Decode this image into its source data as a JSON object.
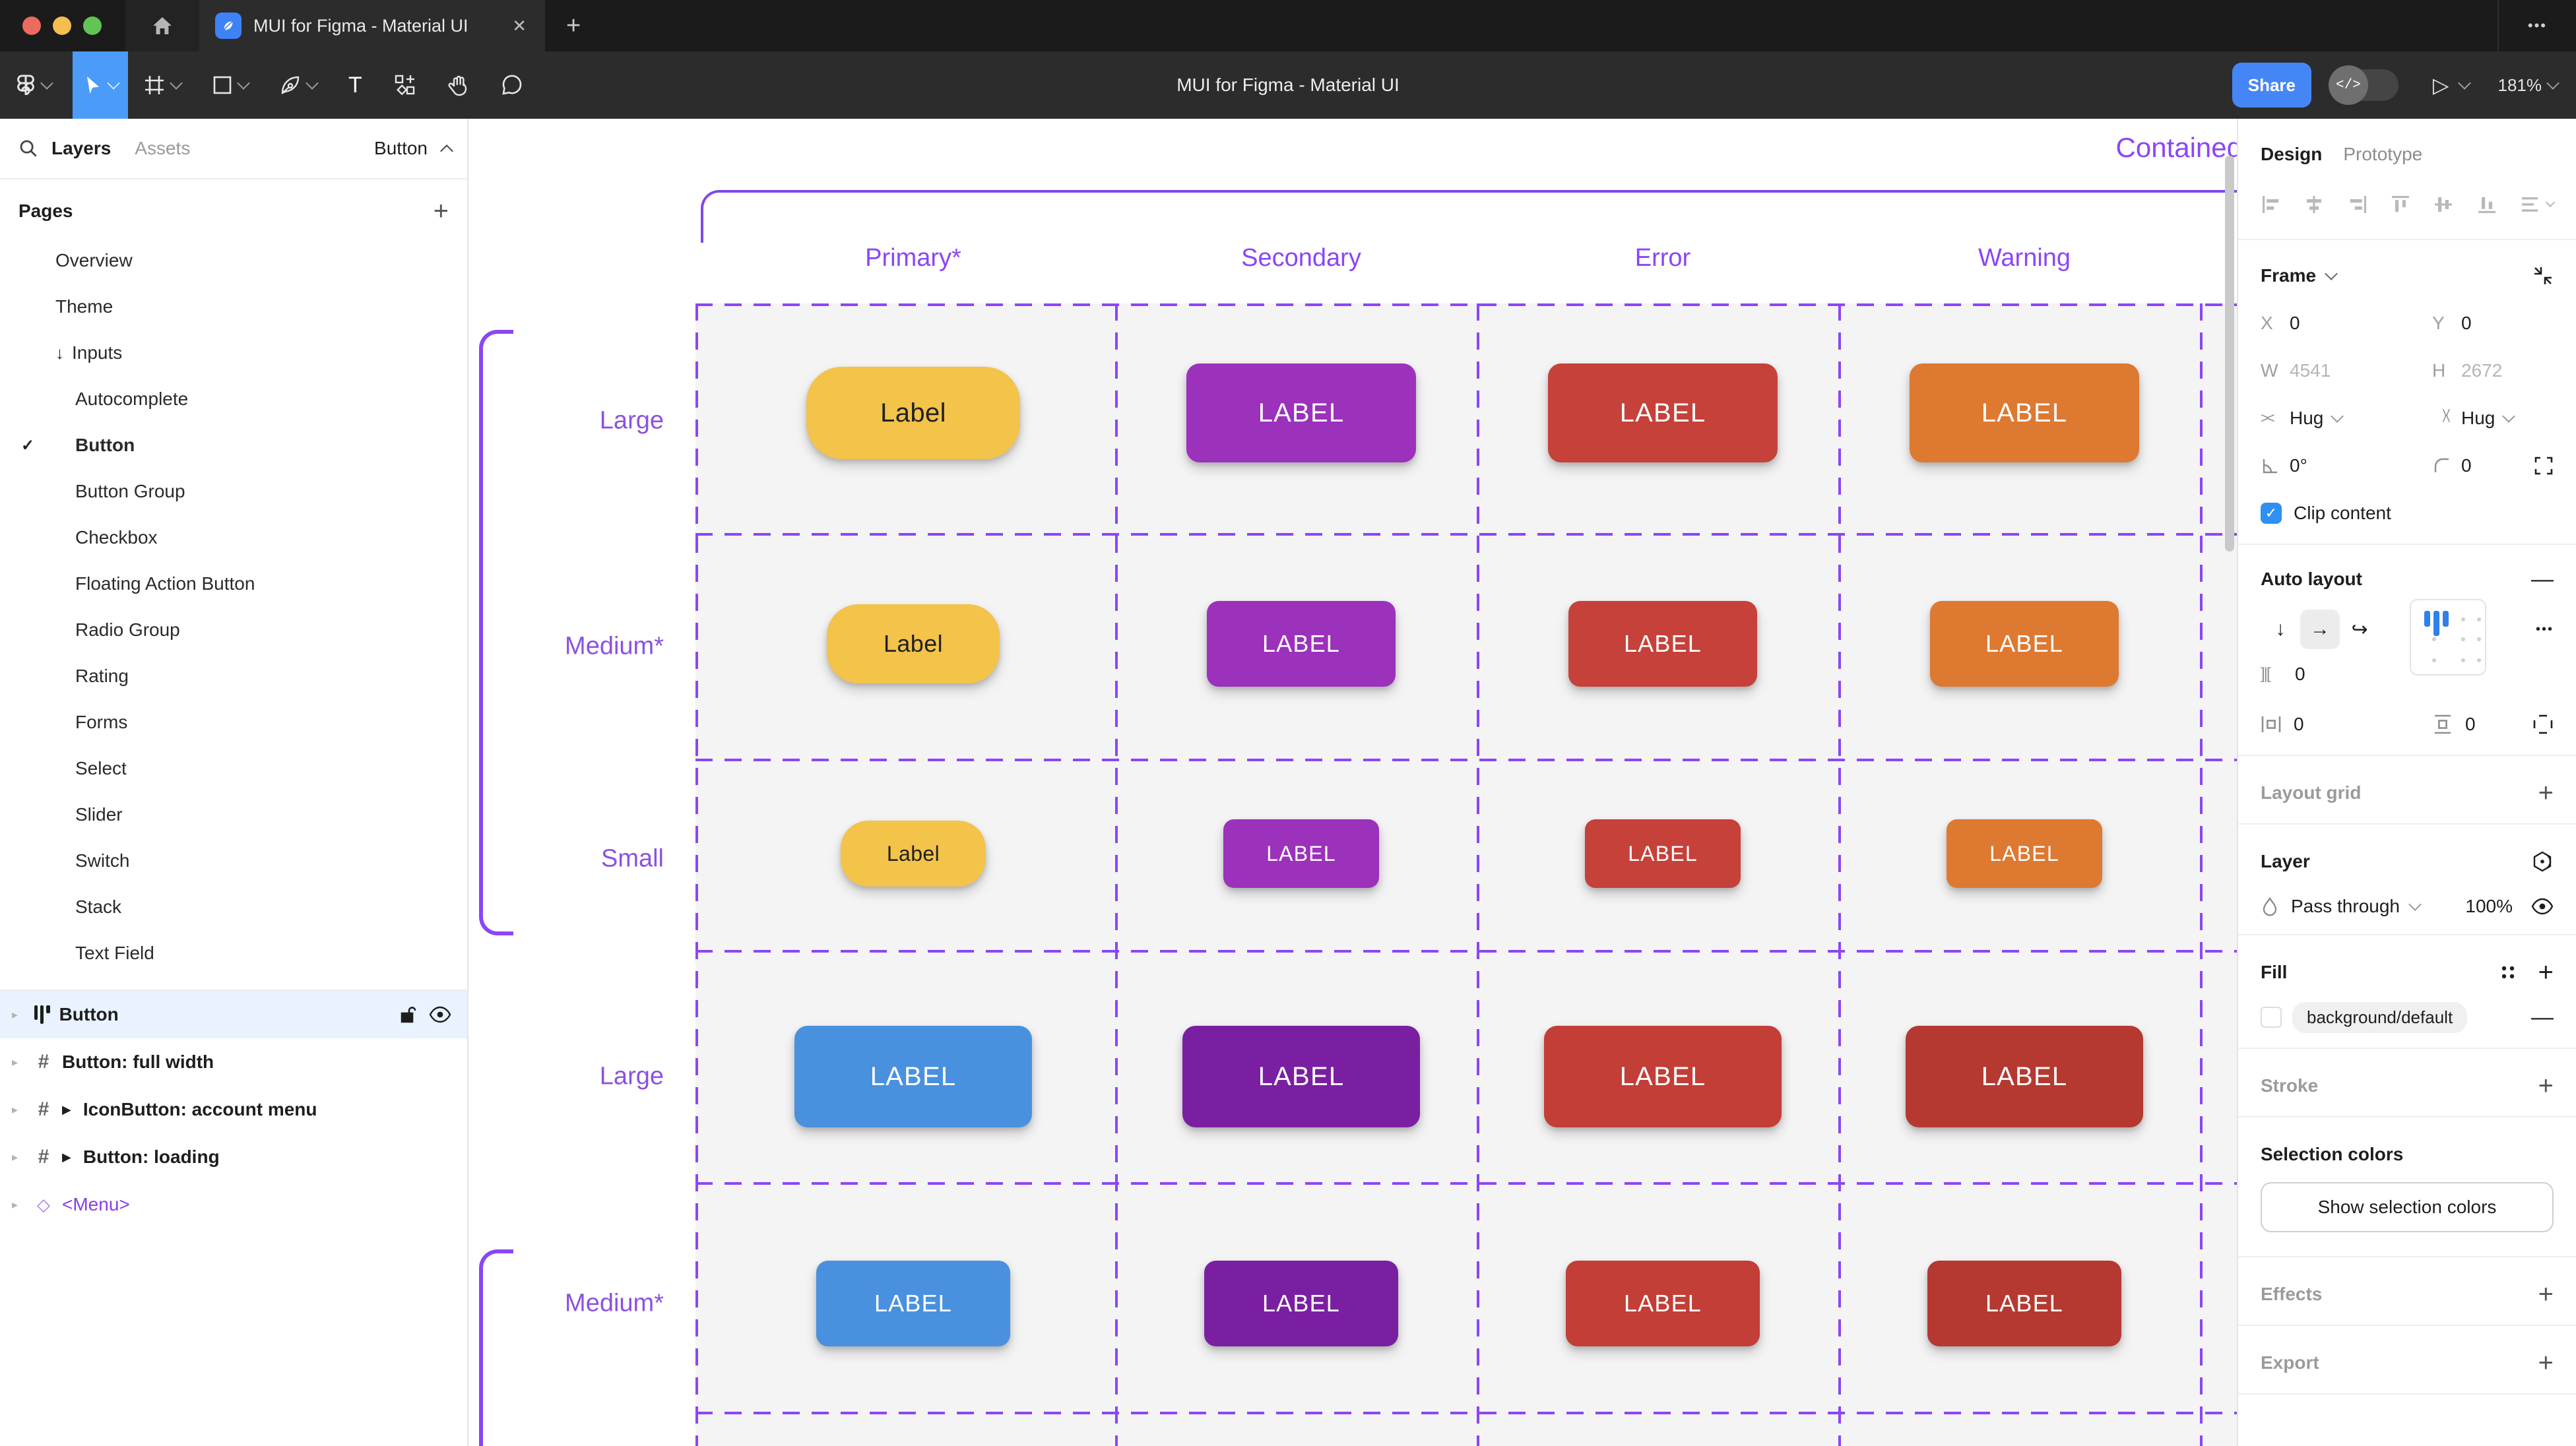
{
  "window": {
    "tab_title": "MUI for Figma - Material UI",
    "close_tab": "✕",
    "new_tab": "+",
    "overflow_menu": "•••",
    "toolbar_title": "MUI for Figma - Material UI",
    "share_label": "Share",
    "dev_toggle_glyph": "</>",
    "zoom_level": "181%",
    "accent_blue": "#4b9cf9"
  },
  "left_panel": {
    "layers_tab": "Layers",
    "assets_tab": "Assets",
    "page_selector": "Button",
    "pages_header": "Pages",
    "pages": [
      {
        "label": "Overview"
      },
      {
        "label": "Theme"
      },
      {
        "label": "Inputs",
        "arrow": "↓"
      },
      {
        "label": "Autocomplete",
        "indent": true
      },
      {
        "label": "Button",
        "indent": true,
        "bold": true,
        "checked": true
      },
      {
        "label": "Button Group",
        "indent": true
      },
      {
        "label": "Checkbox",
        "indent": true
      },
      {
        "label": "Floating Action Button",
        "indent": true
      },
      {
        "label": "Radio Group",
        "indent": true
      },
      {
        "label": "Rating",
        "indent": true
      },
      {
        "label": "Forms",
        "indent": true
      },
      {
        "label": "Select",
        "indent": true
      },
      {
        "label": "Slider",
        "indent": true
      },
      {
        "label": "Switch",
        "indent": true
      },
      {
        "label": "Stack",
        "indent": true
      },
      {
        "label": "Text Field",
        "indent": true
      }
    ],
    "layers": [
      {
        "label": "Button",
        "icon": "autolayout",
        "selected": true
      },
      {
        "label": "Button: full width",
        "icon": "frame",
        "bold": true
      },
      {
        "label": "IconButton: account menu",
        "icon": "frame",
        "bold": true,
        "play": "▶"
      },
      {
        "label": "Button: loading",
        "icon": "frame",
        "bold": true,
        "play": "▶"
      },
      {
        "label": "<Menu>",
        "icon": "diamond",
        "purple": true
      }
    ]
  },
  "canvas": {
    "frame_title": "Contained",
    "accent": "#8b46f7",
    "columns": [
      "Primary*",
      "Secondary",
      "Error",
      "Warning"
    ],
    "row_labels": [
      "Large",
      "Medium*",
      "Small",
      "Large",
      "Medium*"
    ],
    "button_grid": [
      {
        "row": "Large",
        "cells": [
          {
            "label": "Label",
            "bg": "#f3c34a",
            "fg": "#212121",
            "style": "pill-lg"
          },
          {
            "label": "LABEL",
            "bg": "#9c31bc",
            "fg": "#ffffff",
            "style": "rect-lg"
          },
          {
            "label": "LABEL",
            "bg": "#c6413a",
            "fg": "#ffffff",
            "style": "rect-lg"
          },
          {
            "label": "LABEL",
            "bg": "#de7932",
            "fg": "#ffffff",
            "style": "rect-lg"
          }
        ]
      },
      {
        "row": "Medium*",
        "cells": [
          {
            "label": "Label",
            "bg": "#f3c34a",
            "fg": "#212121",
            "style": "pill-md"
          },
          {
            "label": "LABEL",
            "bg": "#9c31bc",
            "fg": "#ffffff",
            "style": "rect-md"
          },
          {
            "label": "LABEL",
            "bg": "#c6413a",
            "fg": "#ffffff",
            "style": "rect-md"
          },
          {
            "label": "LABEL",
            "bg": "#de7932",
            "fg": "#ffffff",
            "style": "rect-md"
          }
        ]
      },
      {
        "row": "Small",
        "cells": [
          {
            "label": "Label",
            "bg": "#f3c34a",
            "fg": "#212121",
            "style": "pill-sm"
          },
          {
            "label": "LABEL",
            "bg": "#9c31bc",
            "fg": "#ffffff",
            "style": "rect-sm"
          },
          {
            "label": "LABEL",
            "bg": "#c6413a",
            "fg": "#ffffff",
            "style": "rect-sm"
          },
          {
            "label": "LABEL",
            "bg": "#de7932",
            "fg": "#ffffff",
            "style": "rect-sm"
          }
        ]
      },
      {
        "row": "Large",
        "cells": [
          {
            "label": "LABEL",
            "bg": "#4991df",
            "fg": "#ffffff",
            "style": "rect-xl"
          },
          {
            "label": "LABEL",
            "bg": "#7b1fa2",
            "fg": "#ffffff",
            "style": "rect-xl"
          },
          {
            "label": "LABEL",
            "bg": "#c23e37",
            "fg": "#ffffff",
            "style": "rect-xl"
          },
          {
            "label": "LABEL",
            "bg": "#b53931",
            "fg": "#ffffff",
            "style": "rect-xl"
          }
        ]
      },
      {
        "row": "Medium*",
        "cells": [
          {
            "label": "LABEL",
            "bg": "#4991df",
            "fg": "#ffffff",
            "style": "rect-md2"
          },
          {
            "label": "LABEL",
            "bg": "#7b1fa2",
            "fg": "#ffffff",
            "style": "rect-md2"
          },
          {
            "label": "LABEL",
            "bg": "#c23e37",
            "fg": "#ffffff",
            "style": "rect-md2"
          },
          {
            "label": "LABEL",
            "bg": "#b53931",
            "fg": "#ffffff",
            "style": "rect-md2"
          }
        ]
      }
    ]
  },
  "right_panel": {
    "design_tab": "Design",
    "prototype_tab": "Prototype",
    "frame": {
      "section": "Frame",
      "x_label": "X",
      "x": "0",
      "y_label": "Y",
      "y": "0",
      "w_label": "W",
      "w": "4541",
      "h_label": "H",
      "h": "2672",
      "hug_h": "Hug",
      "hug_v": "Hug",
      "rotation": "0°",
      "radius": "0",
      "clip_label": "Clip content"
    },
    "auto_layout": {
      "title": "Auto layout",
      "remove": "—",
      "dir_down": "↓",
      "dir_right": "→",
      "wrap": "↩",
      "gap": "0",
      "padding_h": "0",
      "padding_v": "0",
      "more": "•••"
    },
    "layout_grid": {
      "title": "Layout grid"
    },
    "layer": {
      "title": "Layer",
      "blend": "Pass through",
      "opacity": "100%"
    },
    "fill": {
      "title": "Fill",
      "style_chip": "background/default"
    },
    "stroke": {
      "title": "Stroke"
    },
    "selection_colors": {
      "title": "Selection colors",
      "button": "Show selection colors"
    },
    "effects": {
      "title": "Effects"
    },
    "export": {
      "title": "Export"
    }
  }
}
